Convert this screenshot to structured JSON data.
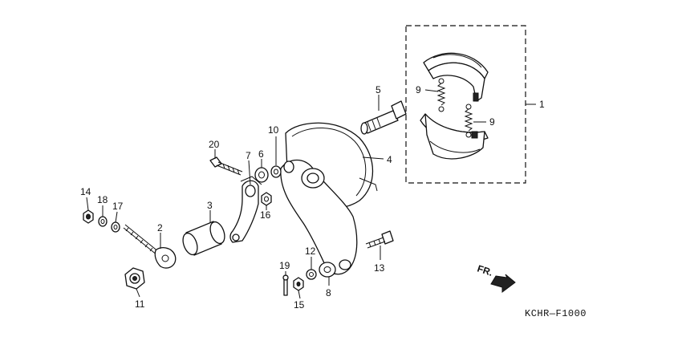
{
  "diagram": {
    "code": "KCHR—F1000",
    "direction_label": "FR.",
    "callouts": [
      "1",
      "2",
      "3",
      "4",
      "5",
      "6",
      "7",
      "8",
      "9",
      "9",
      "10",
      "11",
      "12",
      "13",
      "14",
      "15",
      "16",
      "17",
      "18",
      "19",
      "20"
    ]
  }
}
